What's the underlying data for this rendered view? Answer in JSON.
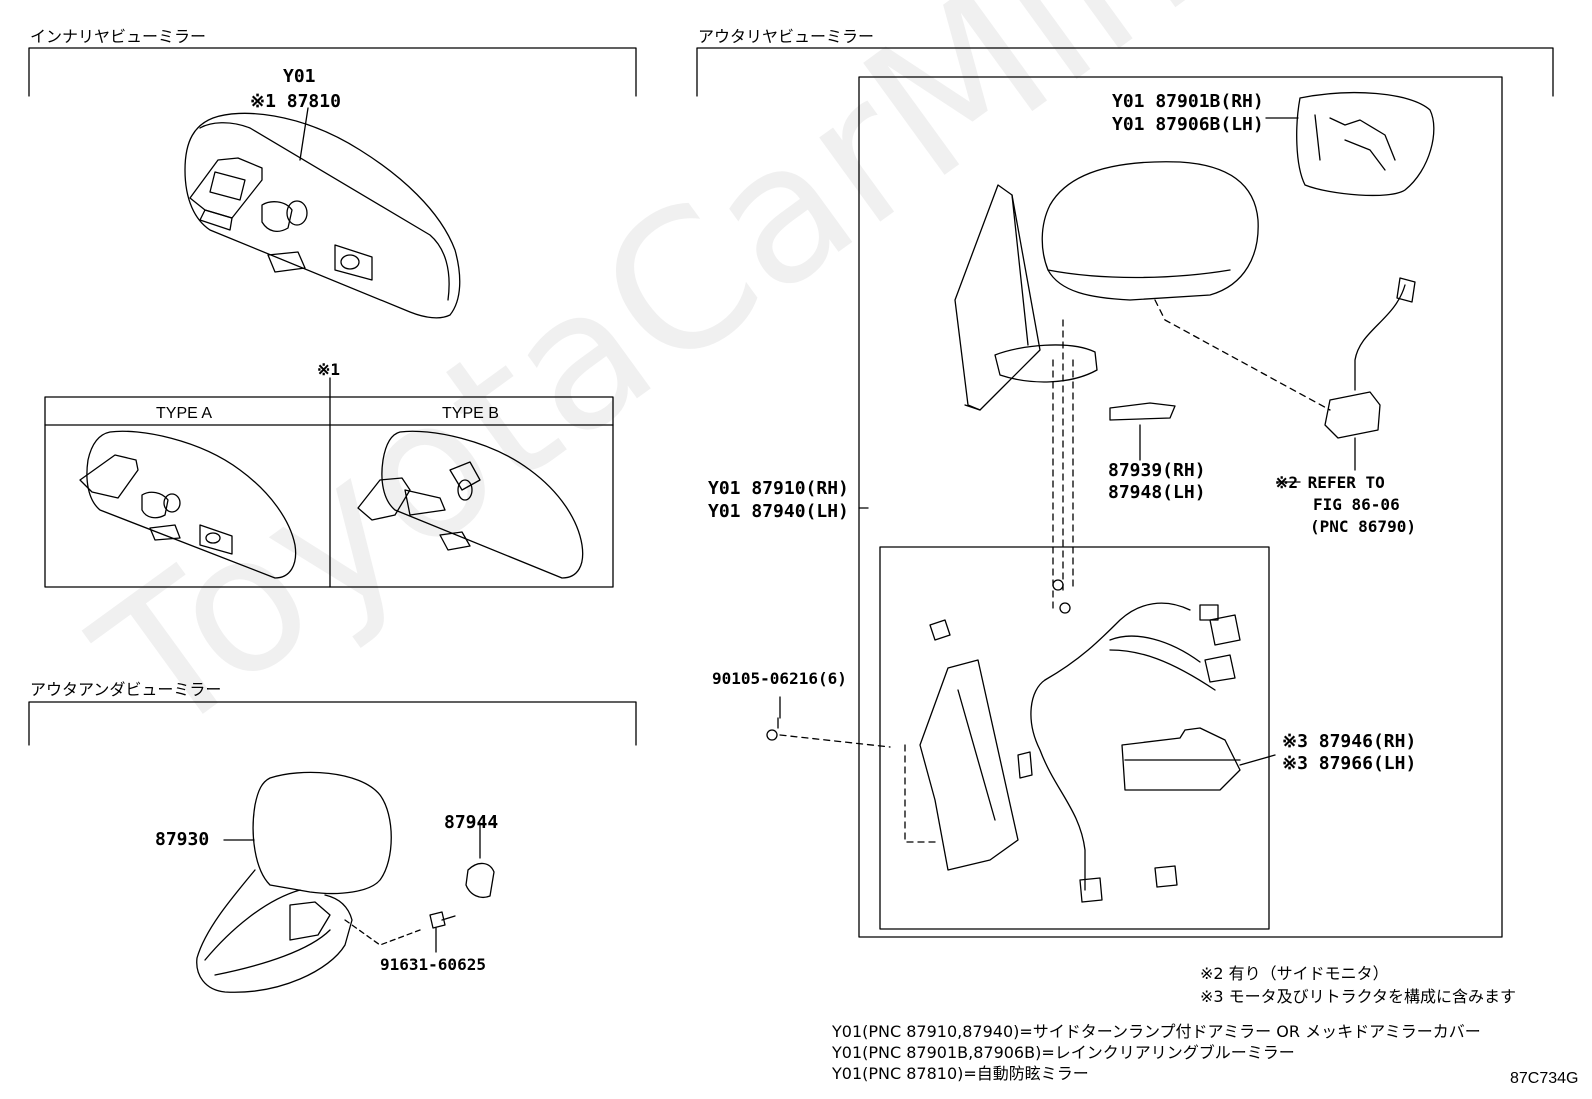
{
  "sections": {
    "inner": "インナリヤビューミラー",
    "outer_under": "アウタアンダビューミラー",
    "outer": "アウタリヤビューミラー"
  },
  "inner_mirror": {
    "y01": "Y01",
    "part": "※1 87810",
    "callout": "※1",
    "type_a": "TYPE A",
    "type_b": "TYPE B"
  },
  "under_mirror": {
    "p1": "87930",
    "p2": "87944",
    "p3": "91631-60625"
  },
  "outer_mirror": {
    "glass_rh": "Y01 87901B(RH)",
    "glass_lh": "Y01 87906B(LH)",
    "body_rh": "Y01 87910(RH)",
    "body_lh": "Y01 87940(LH)",
    "lamp_rh": "87939(RH)",
    "lamp_lh": "87948(LH)",
    "ref1": "※2 REFER TO",
    "ref2": "FIG 86-06",
    "ref3": "(PNC 86790)",
    "screw": "90105-06216(6)",
    "retr_rh": "※3 87946(RH)",
    "retr_lh": "※3 87966(LH)"
  },
  "notes": {
    "n2": "※2 有り（サイドモニタ）",
    "n3": "※3 モータ及びリトラクタを構成に含みます",
    "y1": "Y01(PNC 87910,87940)=サイドターンランプ付ドアミラー OR メッキドアミラーカバー",
    "y2": "Y01(PNC 87901B,87906B)=レインクリアリングブルーミラー",
    "y3": "Y01(PNC 87810)=自動防眩ミラー"
  },
  "figure_code": "87C734G",
  "watermark": "ToyotaCarMine.ru"
}
